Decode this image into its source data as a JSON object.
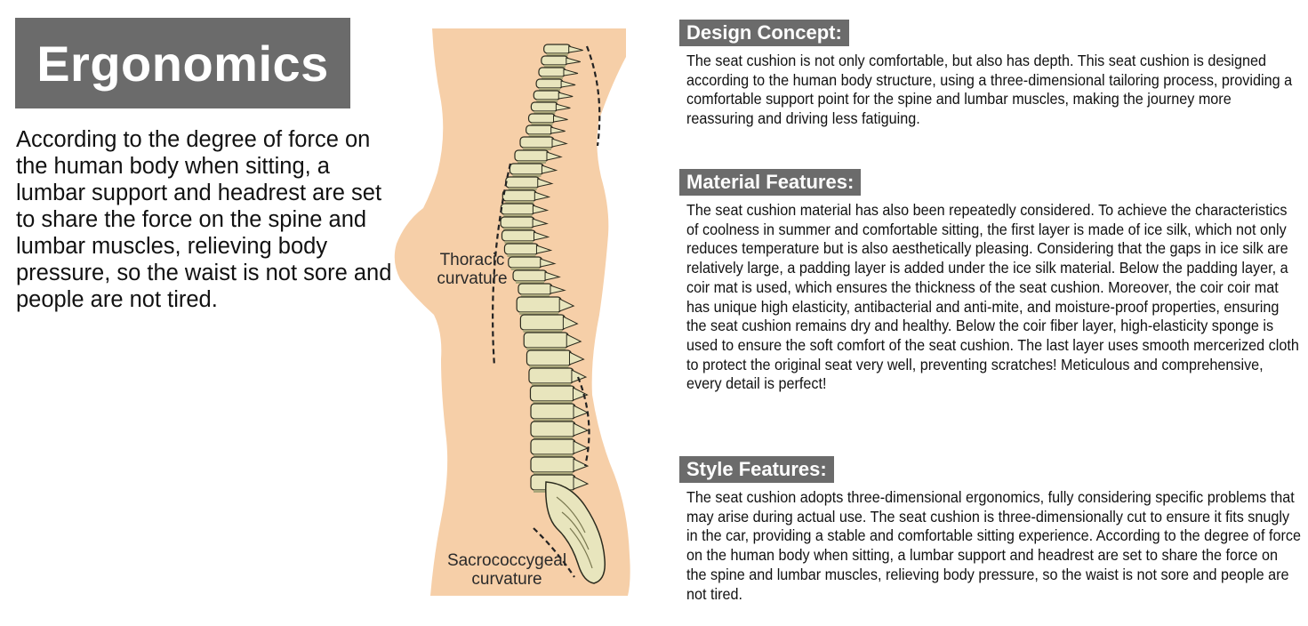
{
  "title": "Ergonomics",
  "intro": "According to the degree of force on the human body when sitting, a lumbar support and headrest are set to share the force on the spine and lumbar muscles, relieving body pressure, so the waist is not sore and people are not tired.",
  "figure": {
    "label_thoracic": "Thoracic curvature",
    "label_sacro": "Sacrococcygeal curvature",
    "colors": {
      "body": "#f6cfa8",
      "bone": "#e8e5bd",
      "bone_shade": "#a9a67a",
      "outline": "#2b2b1e"
    }
  },
  "sections": {
    "design": {
      "heading": "Design Concept:",
      "text": "The seat cushion is not only comfortable, but also has depth. This seat cushion is designed according to the human body structure, using a three-dimensional tailoring process, providing a comfortable support point for the spine and lumbar muscles, making the journey more reassuring and driving less fatiguing."
    },
    "material": {
      "heading": "Material Features:",
      "text": "The seat cushion material has also been repeatedly considered. To achieve the characteristics of coolness in summer and comfortable sitting, the first layer is made of ice silk, which not only reduces temperature but is also aesthetically pleasing. Considering that the gaps in ice silk are relatively large, a padding layer is added under the ice silk material. Below the padding layer, a coir mat is used, which ensures the thickness of the seat cushion. Moreover, the coir coir mat has unique high elasticity, antibacterial and anti-mite, and moisture-proof properties, ensuring the seat cushion remains dry and healthy. Below the coir fiber layer, high-elasticity sponge is used to ensure the soft comfort of the seat cushion. The last layer uses smooth mercerized cloth to protect the original seat very well, preventing scratches! Meticulous and comprehensive, every detail is perfect!"
    },
    "style": {
      "heading": "Style Features:",
      "text": "The seat cushion adopts three-dimensional ergonomics, fully considering specific problems that may arise during actual use. The seat cushion is three-dimensionally cut to ensure it fits snugly in the car, providing a stable and comfortable sitting experience. According to the degree of force on the human body when sitting, a lumbar support and headrest are set to share the force on the spine and lumbar muscles, relieving body pressure, so the waist is not sore and people are not tired."
    }
  }
}
